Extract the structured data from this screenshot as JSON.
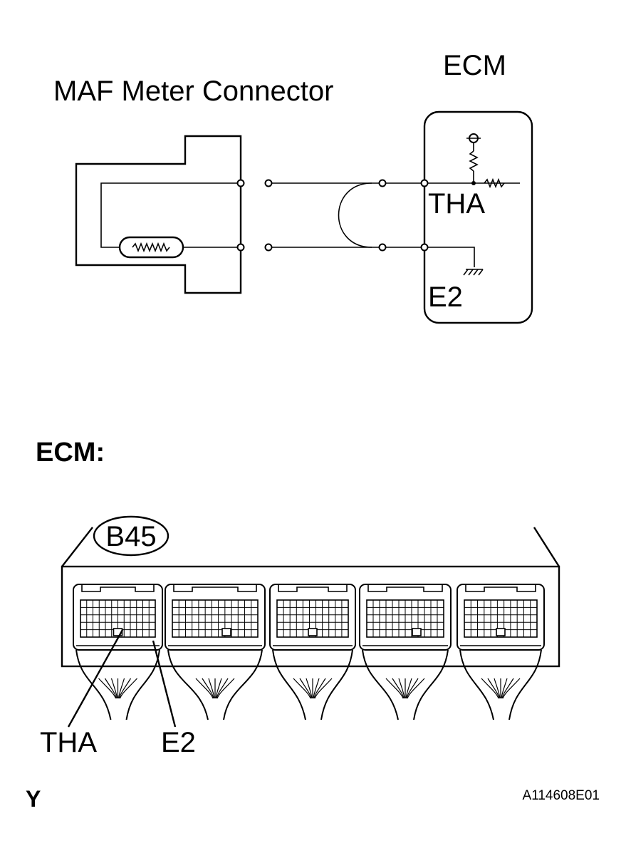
{
  "labels": {
    "maf_connector": "MAF Meter Connector",
    "ecm_box": "ECM",
    "tha_schematic": "THA",
    "e2_schematic": "E2",
    "ecm_section": "ECM:",
    "connector_code": "B45",
    "tha_pin": "THA",
    "e2_pin": "E2",
    "corner_mark": "Y",
    "figure_id": "A114608E01"
  },
  "colors": {
    "ink": "#000000",
    "background": "#ffffff"
  }
}
